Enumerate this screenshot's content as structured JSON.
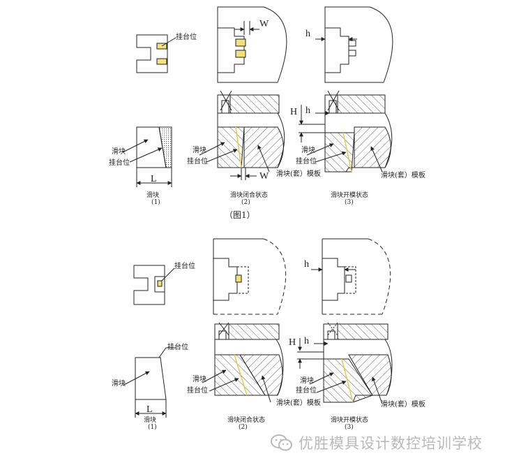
{
  "figure1": {
    "panel1": {
      "label_hook": "挂台位",
      "label_slider": "滑块",
      "label_hook2": "挂台位",
      "dim_l": "L",
      "caption": "滑块",
      "caption_num": "(1)"
    },
    "panel2": {
      "dim_w_top": "W",
      "label_slider": "滑块",
      "label_hook": "挂台位",
      "dim_w_bottom": "W",
      "label_plate": "滑块(套）模板",
      "caption": "滑块闭合状态",
      "caption_num": "(2)"
    },
    "panel3": {
      "dim_h_top": "h",
      "dim_h_mid": "h",
      "dim_H": "H",
      "label_slider": "滑块",
      "label_hook": "挂台位",
      "label_plate": "滑块(套）模板",
      "caption": "滑块开模状态",
      "caption_num": "(3)"
    },
    "figure_caption": "（图1）"
  },
  "figure2": {
    "panel1": {
      "label_hook": "挂台位",
      "label_hook_b": "挂台位",
      "label_slider": "滑块",
      "dim_l": "L",
      "caption": "滑块",
      "caption_num": "(1)"
    },
    "panel2": {
      "label_slider": "滑块",
      "label_hook": "挂台位",
      "label_plate": "滑块(套）模板",
      "caption": "滑块闭合状态",
      "caption_num": "(2)"
    },
    "panel3": {
      "dim_h_top": "h",
      "dim_h_mid": "h",
      "dim_H": "H",
      "label_slider": "滑块",
      "label_hook": "挂台位",
      "label_plate": "滑块(套）模板",
      "caption": "滑块开模状态",
      "caption_num": "(3)"
    }
  },
  "watermark": {
    "text": "优胜模具设计数控培训学校"
  },
  "colors": {
    "line": "#222222",
    "highlight": "#f2e27a",
    "watermark": "#b9b9b9"
  }
}
